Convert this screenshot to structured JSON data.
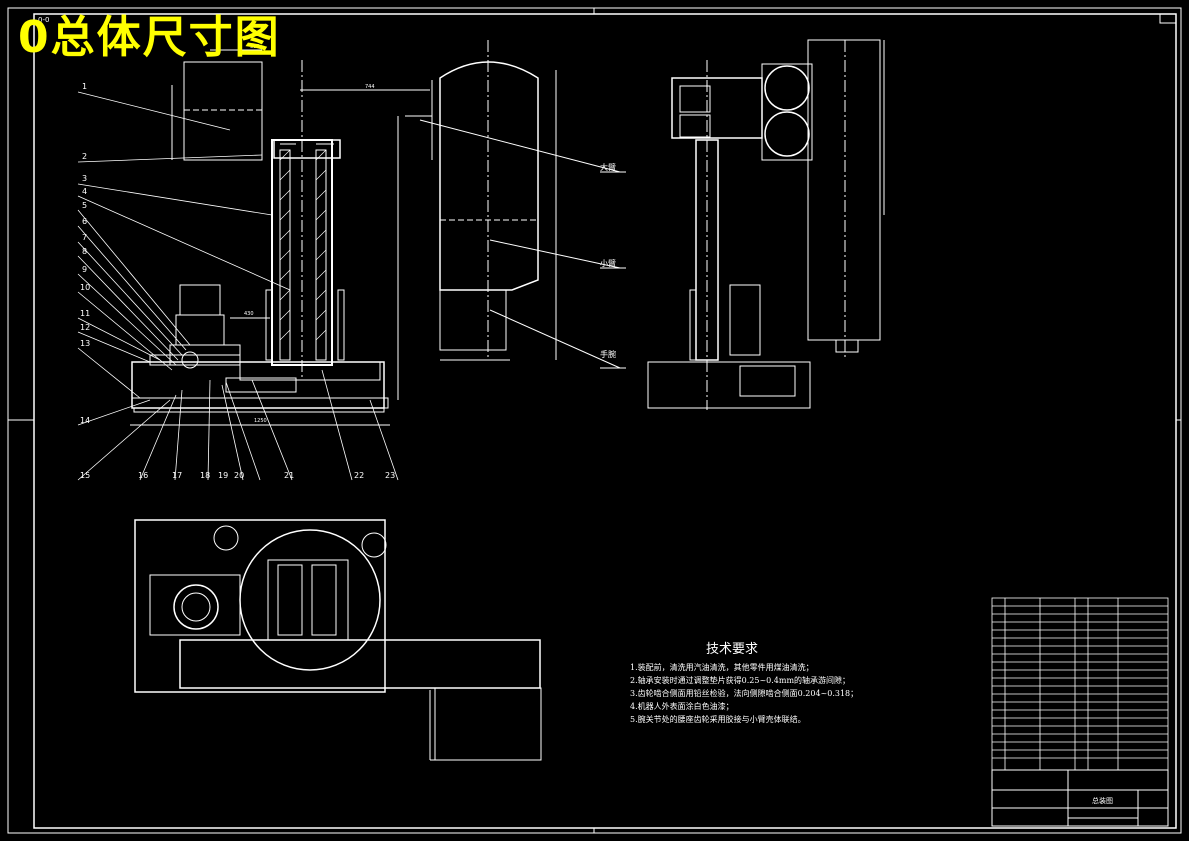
{
  "title": "0总体尺寸图",
  "corner_label": "0-0",
  "part_numbers": [
    "1",
    "2",
    "3",
    "4",
    "5",
    "6",
    "7",
    "8",
    "9",
    "10",
    "11",
    "12",
    "13",
    "14",
    "15",
    "16",
    "17",
    "18",
    "19",
    "20",
    "21",
    "22",
    "23"
  ],
  "callouts": {
    "big_arm": "大臂",
    "small_arm": "小臂",
    "wrist": "手腕"
  },
  "tech_requirements": {
    "title": "技术要求",
    "lines": [
      "1.装配前，清洗用汽油清洗，其他零件用煤油清洗；",
      "2.轴承安装时通过调整垫片获得0.25~0.4mm的轴承游间隙；",
      "3.齿轮啮合侧面用铅丝检验，法向侧隙啮合侧面0.204~0.318；",
      "4.机器人外表面涂白色油漆；",
      "5.腕关节处的腰座齿轮采用胶接与小臂壳体联结。"
    ]
  },
  "title_block": {
    "drawing_name": "总装图"
  },
  "colors": {
    "background": "#000000",
    "lines": "#ffffff",
    "title": "#ffff00"
  }
}
